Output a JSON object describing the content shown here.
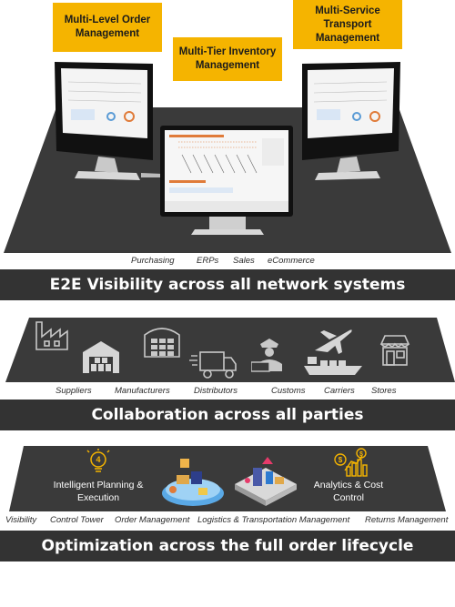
{
  "top_tags": {
    "order_mgmt": "Multi-Level Order Management",
    "inventory_mgmt": "Multi-Tier Inventory Management",
    "transport_mgmt": "Multi-Service Transport Management"
  },
  "systems": [
    "Purchasing",
    "ERPs",
    "Sales",
    "eCommerce"
  ],
  "banner1": "E2E Visibility across all network systems",
  "parties": [
    "Suppliers",
    "Manufacturers",
    "Distributors",
    "Customs",
    "Carriers",
    "Stores"
  ],
  "banner2": "Collaboration across all parties",
  "tiles": {
    "planning": "Intelligent Planning & Execution",
    "analytics": "Analytics & Cost Control"
  },
  "lifecycle": [
    "Visibility",
    "Control Tower",
    "Order Management",
    "Logistics & Transportation Management",
    "Returns Management"
  ],
  "banner3": "Optimization across the full order lifecycle",
  "colors": {
    "accent": "#f5b400",
    "banner": "#333333",
    "platform": "#3a3a3a"
  }
}
